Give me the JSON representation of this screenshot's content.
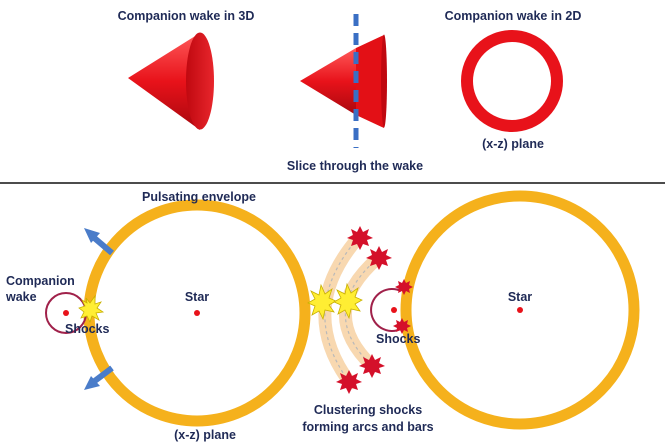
{
  "top": {
    "title_3d": "Companion wake in 3D",
    "title_2d": "Companion wake in 2D",
    "slice_caption": "Slice through the wake",
    "plane_caption": "(x-z) plane"
  },
  "bottom": {
    "envelope_label": "Pulsating envelope",
    "companion_wake_line1": "Companion",
    "companion_wake_line2": "wake",
    "shocks_left": "Shocks",
    "star_left": "Star",
    "plane_caption": "(x-z) plane",
    "clustering_line1": "Clustering shocks",
    "clustering_line2": "forming arcs and bars",
    "star_right": "Star",
    "shocks_right": "Shocks"
  },
  "colors": {
    "cone_red": "#e8121a",
    "ring_red": "#e8121a",
    "envelope_orange": "#f5b11c",
    "slice_blue": "#3a6fc4",
    "arrow_blue": "#4a7cc9",
    "text_navy": "#1f2a56",
    "wake_maroon": "#a0214a",
    "shock_yellow": "#ffee33",
    "shock_red": "#d4102a",
    "arc_peach": "#f8d8b0"
  },
  "icons": {
    "arrow_up": "arrow-up-left-icon",
    "arrow_down": "arrow-down-left-icon",
    "shock": "starburst-icon"
  }
}
